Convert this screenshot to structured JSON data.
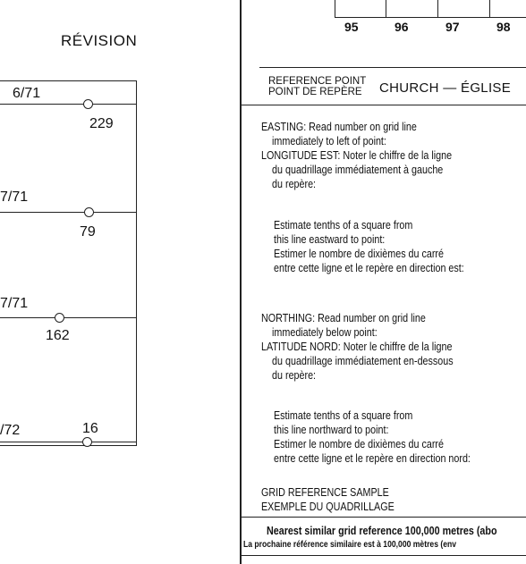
{
  "revision": {
    "title": "RÉVISION",
    "entries": [
      {
        "date": "6/71",
        "value": "229"
      },
      {
        "date": "7/71",
        "value": "79"
      },
      {
        "date": "7/71",
        "value": "162"
      },
      {
        "date": "/72",
        "value": "16"
      }
    ]
  },
  "grid": {
    "tick_labels": [
      "95",
      "96",
      "97",
      "98"
    ]
  },
  "reference": {
    "header_en": "REFERENCE POINT",
    "header_fr": "POINT DE REPÈRE",
    "church": "CHURCH — ÉGLISE",
    "easting_en_1": "EASTING: Read number on grid line",
    "easting_en_2": "immediately to left of point:",
    "easting_fr_1": "LONGITUDE EST: Noter le chiffre de la ligne",
    "easting_fr_2": "du quadrillage immédiatement à gauche",
    "easting_fr_3": "du repère:",
    "east_est_en_1": "Estimate tenths of a square from",
    "east_est_en_2": "this line eastward to point:",
    "east_est_fr_1": "Estimer le nombre de dixièmes du carré",
    "east_est_fr_2": "entre cette ligne et le repère en direction est:",
    "northing_en_1": "NORTHING: Read number on grid line",
    "northing_en_2": "immediately below point:",
    "northing_fr_1": "LATITUDE NORD: Noter le chiffre de la ligne",
    "northing_fr_2": "du quadrillage immédiatement en-dessous",
    "northing_fr_3": "du repère:",
    "north_est_en_1": "Estimate tenths of a square from",
    "north_est_en_2": "this line northward to point:",
    "north_est_fr_1": "Estimer le nombre de dixièmes du carré",
    "north_est_fr_2": "entre cette ligne et le repère en direction nord:",
    "sample_en": "GRID REFERENCE SAMPLE",
    "sample_fr": "EXEMPLE DU QUADRILLAGE",
    "nearest_en": "Nearest similar grid reference 100,000 metres (abo",
    "nearest_fr": "La prochaine référence similaire est à 100,000 mètres (env"
  }
}
